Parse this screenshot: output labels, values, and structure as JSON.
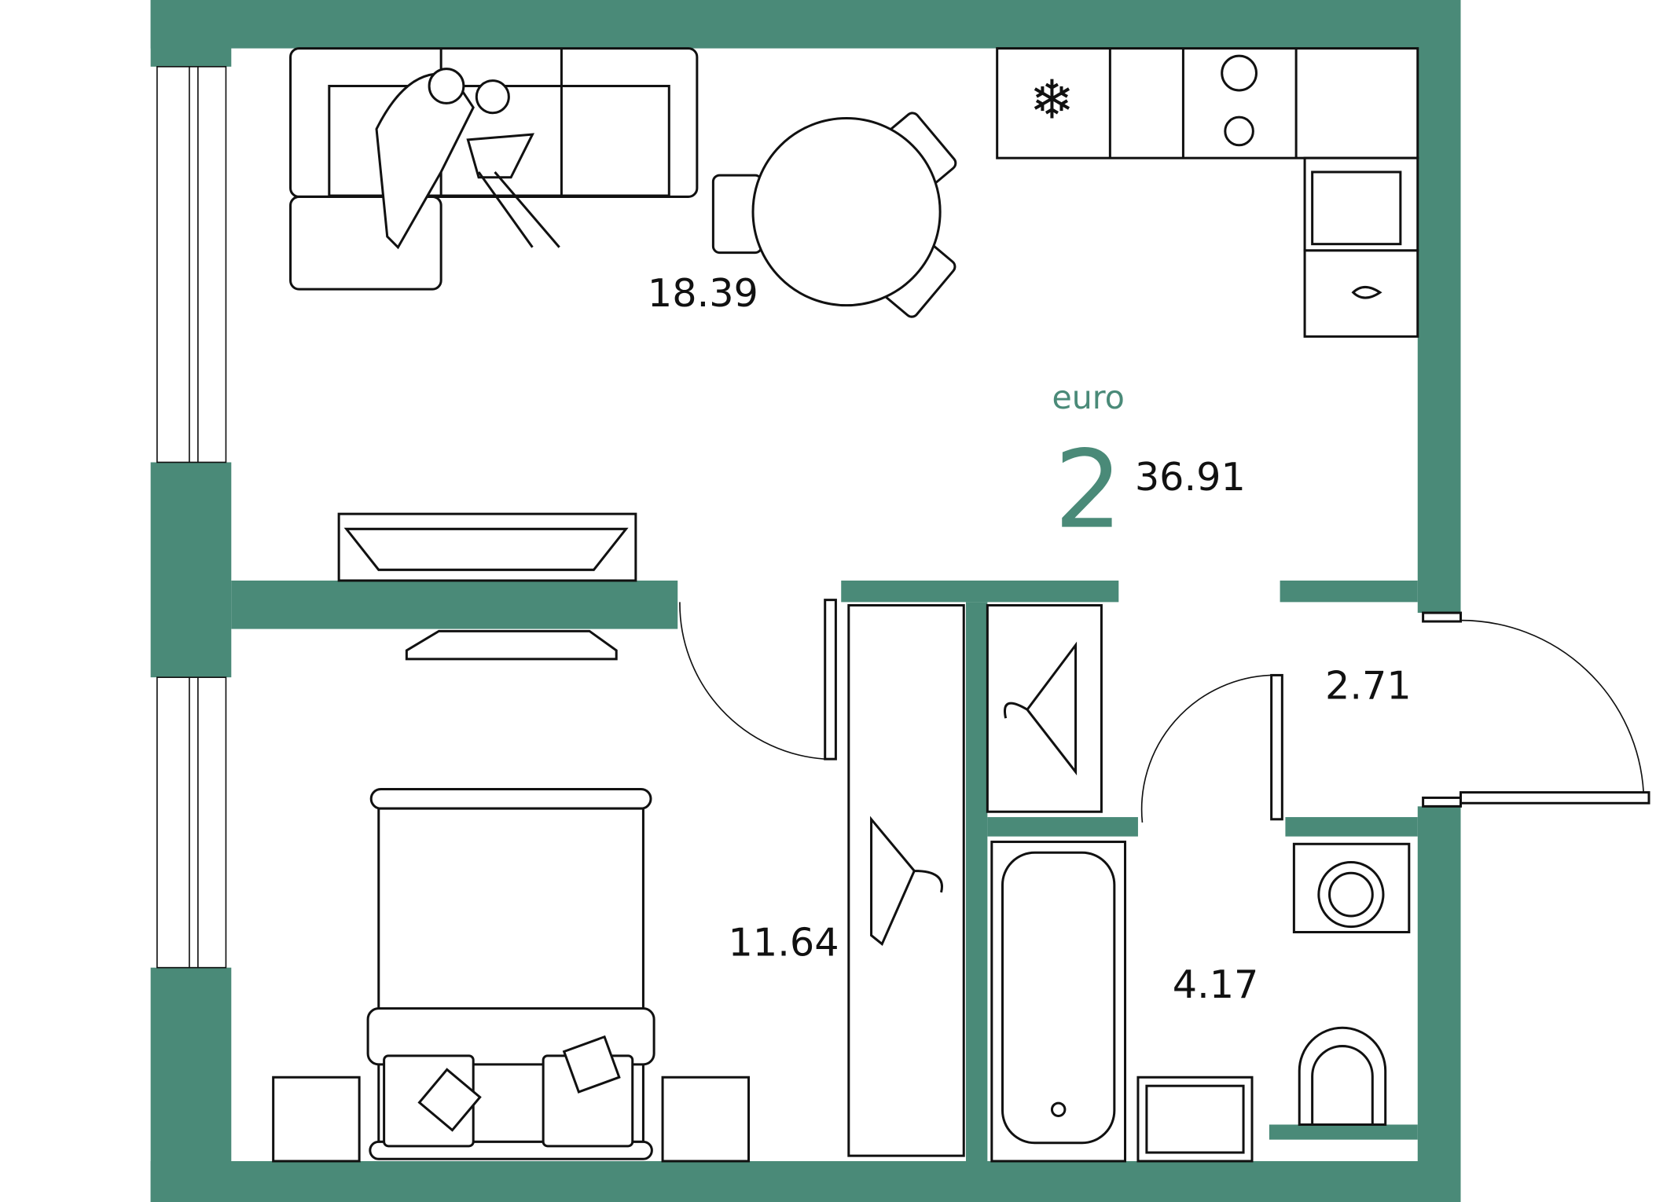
{
  "plan": {
    "type_label": "euro",
    "rooms_count": "2",
    "total_area": "36.91",
    "accent_color": "#4a8a78"
  },
  "rooms": [
    {
      "name": "living-kitchen",
      "area": "18.39"
    },
    {
      "name": "bedroom",
      "area": "11.64"
    },
    {
      "name": "hallway",
      "area": "2.71"
    },
    {
      "name": "bathroom",
      "area": "4.17"
    }
  ]
}
